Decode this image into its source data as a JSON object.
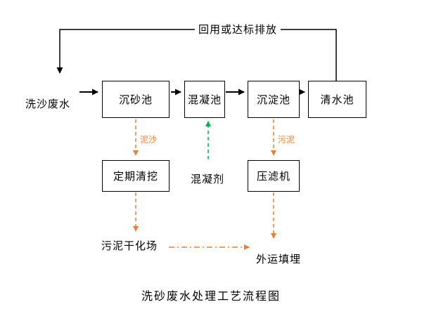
{
  "diagram": {
    "title": "洗砂废水处理工艺流程图",
    "feedback_label": "回用或达标排放",
    "input_label": "洗沙废水",
    "boxes": {
      "grit_chamber": "沉砂池",
      "coagulation_tank": "混凝池",
      "sedimentation_tank": "沉淀池",
      "clear_water_tank": "清水池",
      "periodic_dredging": "定期清挖",
      "filter_press": "压滤机"
    },
    "flow_labels": {
      "sediment": "泥沙",
      "coagulant": "混凝剂",
      "sludge": "污泥",
      "sludge_drying_field": "污泥干化场",
      "offsite_landfill": "外运填埋"
    },
    "colors": {
      "line_black": "#000000",
      "dashed_orange": "#ED7D31",
      "dashed_green": "#00B050"
    }
  }
}
